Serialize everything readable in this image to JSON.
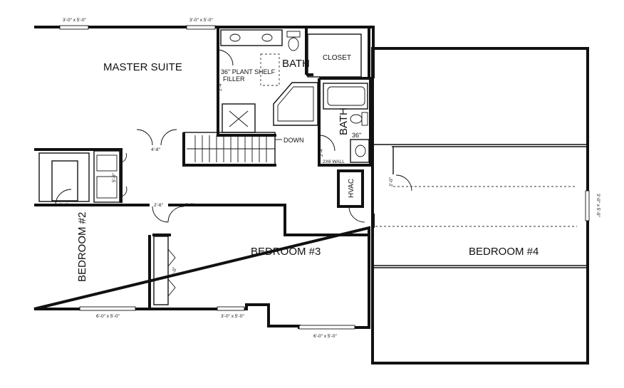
{
  "rooms": {
    "master_suite": "MASTER SUITE",
    "bath_master": "BATH",
    "closet": "CLOSET",
    "bath_hall": "BATH",
    "bedroom_2": "BEDROOM #2",
    "bedroom_3": "BEDROOM #3",
    "bedroom_4": "BEDROOM #4",
    "hvac": "HVAC"
  },
  "notes": {
    "plant_shelf": "36\" PLANT SHELF",
    "filler": "FILLER",
    "down": "DOWN",
    "wall_2x6": "2X6 WALL",
    "vanity_36": "36\""
  },
  "windows": {
    "top_left": "3'-0\" x 5'-0\"",
    "top_right": "3'-0\" x 5'-0\"",
    "bottom_left": "6'-0\" x 5'-0\"",
    "bottom_mid": "3'-0\" x 5'-0\"",
    "bottom_right": "6'-0\" x 5'-0\"",
    "right_side": "3'-0\" x 5'-0\""
  },
  "openings": {
    "master_double_door": "4'-8\"",
    "linen": "5'-0\"",
    "bed2_closet": "2'-4\"",
    "bed2_door": "2'-6\"",
    "bed3_door": "2'-6\"",
    "bath_door": "2'-4\"",
    "bath_hall_door": "2'-4\"",
    "bed4_door": "2'-0\"",
    "bed3_closet": "5'-0\""
  }
}
